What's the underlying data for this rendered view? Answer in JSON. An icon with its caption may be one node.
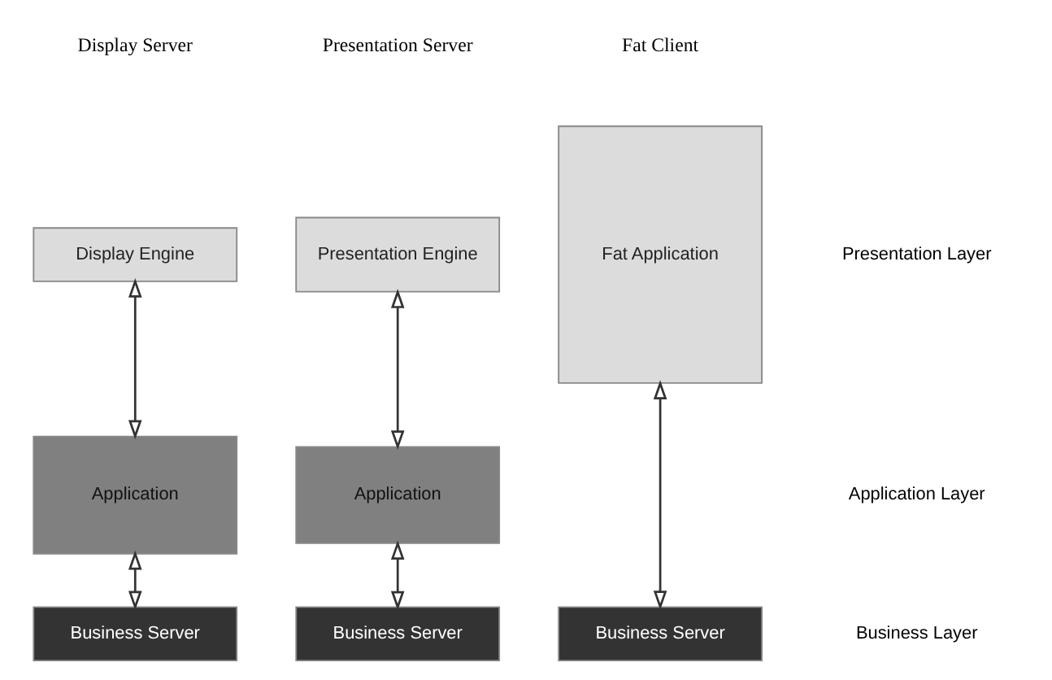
{
  "diagram": {
    "nodes": [
      {
        "text": [
          "Display Engine"
        ]
      },
      {
        "text": [
          "Application"
        ]
      },
      {
        "text": [
          "Business Server"
        ]
      },
      {
        "text": [
          "Presentation Engine"
        ]
      },
      {
        "text": [
          "Application"
        ]
      },
      {
        "text": [
          "Business Server"
        ]
      },
      {
        "text": [
          "Fat Application"
        ]
      },
      {
        "text": [
          "Business Server"
        ]
      }
    ],
    "edges": [
      {
        "from": 0,
        "to": 1,
        "arrow": "both"
      },
      {
        "from": 1,
        "to": 2,
        "arrow": "both"
      },
      {
        "from": 3,
        "to": 4,
        "arrow": "both"
      },
      {
        "from": 4,
        "to": 5,
        "arrow": "both"
      },
      {
        "from": 6,
        "to": 7,
        "arrow": "both"
      }
    ],
    "labels": [
      "Display Server",
      "Presentation Server",
      "Fat Client",
      "Presentation Layer",
      "Application Layer",
      "Business Layer"
    ]
  }
}
